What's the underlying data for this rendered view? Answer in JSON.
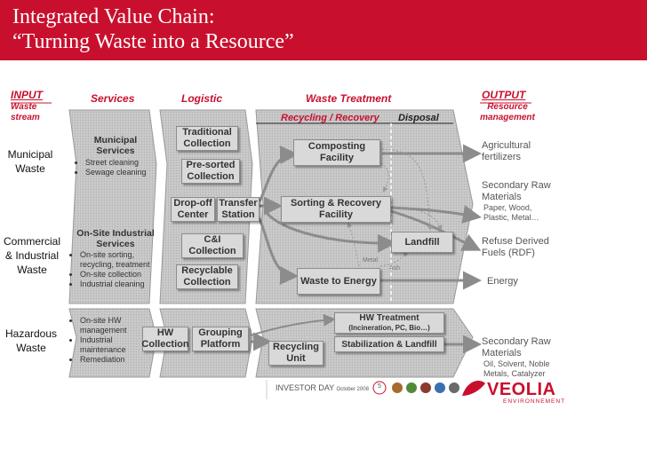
{
  "title": {
    "line1": "Integrated Value Chain:",
    "line2": "“Turning Waste into a Resource”"
  },
  "headers": {
    "input": "INPUT",
    "input_sub": "Waste stream",
    "services": "Services",
    "logistic": "Logistic",
    "treatment": "Waste Treatment",
    "output": "OUTPUT",
    "output_sub": "Resource management",
    "recycling": "Recycling / Recovery",
    "disposal": "Disposal"
  },
  "rows": {
    "municipal": "Municipal Waste",
    "commercial": "Commercial & Industrial Waste",
    "hazardous": "Hazardous Waste"
  },
  "services": {
    "municipal_title": "Municipal Services",
    "municipal_items": [
      "Street cleaning",
      "Sewage cleaning"
    ],
    "onsite_title": "On-Site Industrial Services",
    "onsite_items": [
      "On-site sorting, recycling, treatment",
      "On-site collection",
      "Industrial cleaning"
    ],
    "hw_items": [
      "On-site HW management",
      "Industrial maintenance",
      "Remediation"
    ]
  },
  "logistic": {
    "traditional": "Traditional Collection",
    "presorted": "Pre-sorted Collection",
    "dropoff": "Drop-off Center",
    "transfer": "Transfer Station",
    "ci": "C&I Collection",
    "recyclable": "Recyclable Collection",
    "hw_collection": "HW Collection",
    "grouping": "Grouping Platform"
  },
  "treatment": {
    "composting": "Composting Facility",
    "sorting": "Sorting & Recovery Facility",
    "landfill": "Landfill",
    "waste_energy": "Waste to Energy",
    "metal": "Metal",
    "ash": "Ash",
    "hw_treatment": "HW Treatment",
    "hw_treatment_sub": "(Incineration, PC, Bio…)",
    "stabilization": "Stabilization & Landfill",
    "recycling_unit": "Recycling Unit"
  },
  "outputs": {
    "agri": "Agricultural fertilizers",
    "srm_title": "Secondary Raw Materials",
    "srm_detail": "Paper, Wood, Plastic, Metal…",
    "rdf": "Refuse Derived Fuels (RDF)",
    "energy": "Energy",
    "srm2_title": "Secondary Raw Materials",
    "srm2_detail": "Oil, Solvent, Noble Metals, Catalyzer"
  },
  "footer": {
    "event": "INVESTOR DAY",
    "date": "October 2008",
    "page": "5",
    "brand": "VEOLIA",
    "brand_sub": "ENVIRONNEMENT"
  },
  "colors": {
    "brand_red": "#c8102e",
    "box_gray": "#d9d9d9",
    "band_gray": "#bfbfbf",
    "arrow_gray": "#8c8c8c"
  }
}
